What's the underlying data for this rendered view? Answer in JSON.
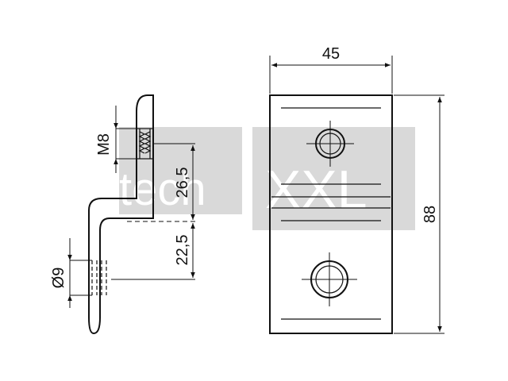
{
  "watermark": {
    "left_text": "tech",
    "right_text": "XXL",
    "box_color": "#d9d9d9"
  },
  "dimensions": {
    "width": "45",
    "height": "88",
    "thread": "M8",
    "spacing_upper": "26,5",
    "spacing_lower": "22,5",
    "diameter": "Ø9"
  },
  "colors": {
    "line": "#111111",
    "background": "#ffffff"
  }
}
